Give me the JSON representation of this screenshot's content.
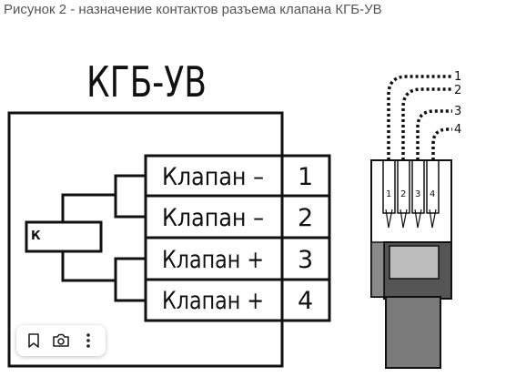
{
  "caption": "Рисунок 2 - назначение контактов разъема клапана КГБ-УВ",
  "diagram": {
    "device_title": "КГБ-УВ",
    "block_label": "К",
    "rows": [
      {
        "label": "Клапан –",
        "number": "1"
      },
      {
        "label": "Клапан –",
        "number": "2"
      },
      {
        "label": "Клапан +",
        "number": "3"
      },
      {
        "label": "Клапан +",
        "number": "4"
      }
    ],
    "connector": {
      "wire_labels": [
        "1",
        "2",
        "3",
        "4"
      ],
      "pin_labels": [
        "1",
        "2",
        "3",
        "4"
      ]
    }
  },
  "toolbar": {
    "icons": [
      "bookmark-icon",
      "camera-icon",
      "more-vertical-icon"
    ]
  }
}
